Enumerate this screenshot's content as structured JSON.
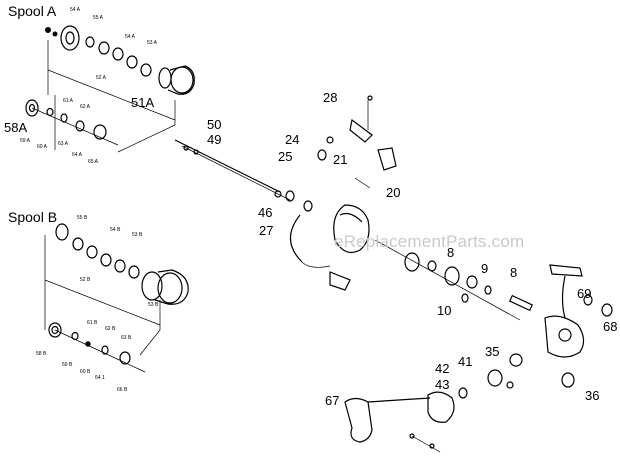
{
  "sections": {
    "spool_a": "Spool A",
    "spool_b": "Spool B"
  },
  "watermark": "eReplacementParts.com",
  "labels": {
    "p51A": "51A",
    "p58A": "58A",
    "p50": "50",
    "p49": "49",
    "p28": "28",
    "p24": "24",
    "p25": "25",
    "p21": "21",
    "p20": "20",
    "p46": "46",
    "p27": "27",
    "p8a": "8",
    "p9": "9",
    "p8b": "8",
    "p10": "10",
    "p69": "69",
    "p68": "68",
    "p35": "35",
    "p41": "41",
    "p42": "42",
    "p43": "43",
    "p67": "67",
    "p36": "36"
  },
  "small_labels": {
    "s54A": "54 A",
    "s55A": "55 A",
    "s54A2": "54 A",
    "s53A": "53 A",
    "s52A": "52 A",
    "s61A": "61 A",
    "s62A": "62 A",
    "s59A": "59 A",
    "s60A": "60 A",
    "s63A": "63 A",
    "s64A": "64 A",
    "s65A": "65 A",
    "s55B": "55 B",
    "s54B": "54 B",
    "s53B": "53 B",
    "s52B": "52 B",
    "s53B2": "53 B",
    "s61B": "61 B",
    "s62B": "62 B",
    "s63B": "63 B",
    "s58B": "58 B",
    "s59B": "59 B",
    "s60B": "60 B",
    "s64B": "64 1",
    "s66B": "66 B"
  }
}
